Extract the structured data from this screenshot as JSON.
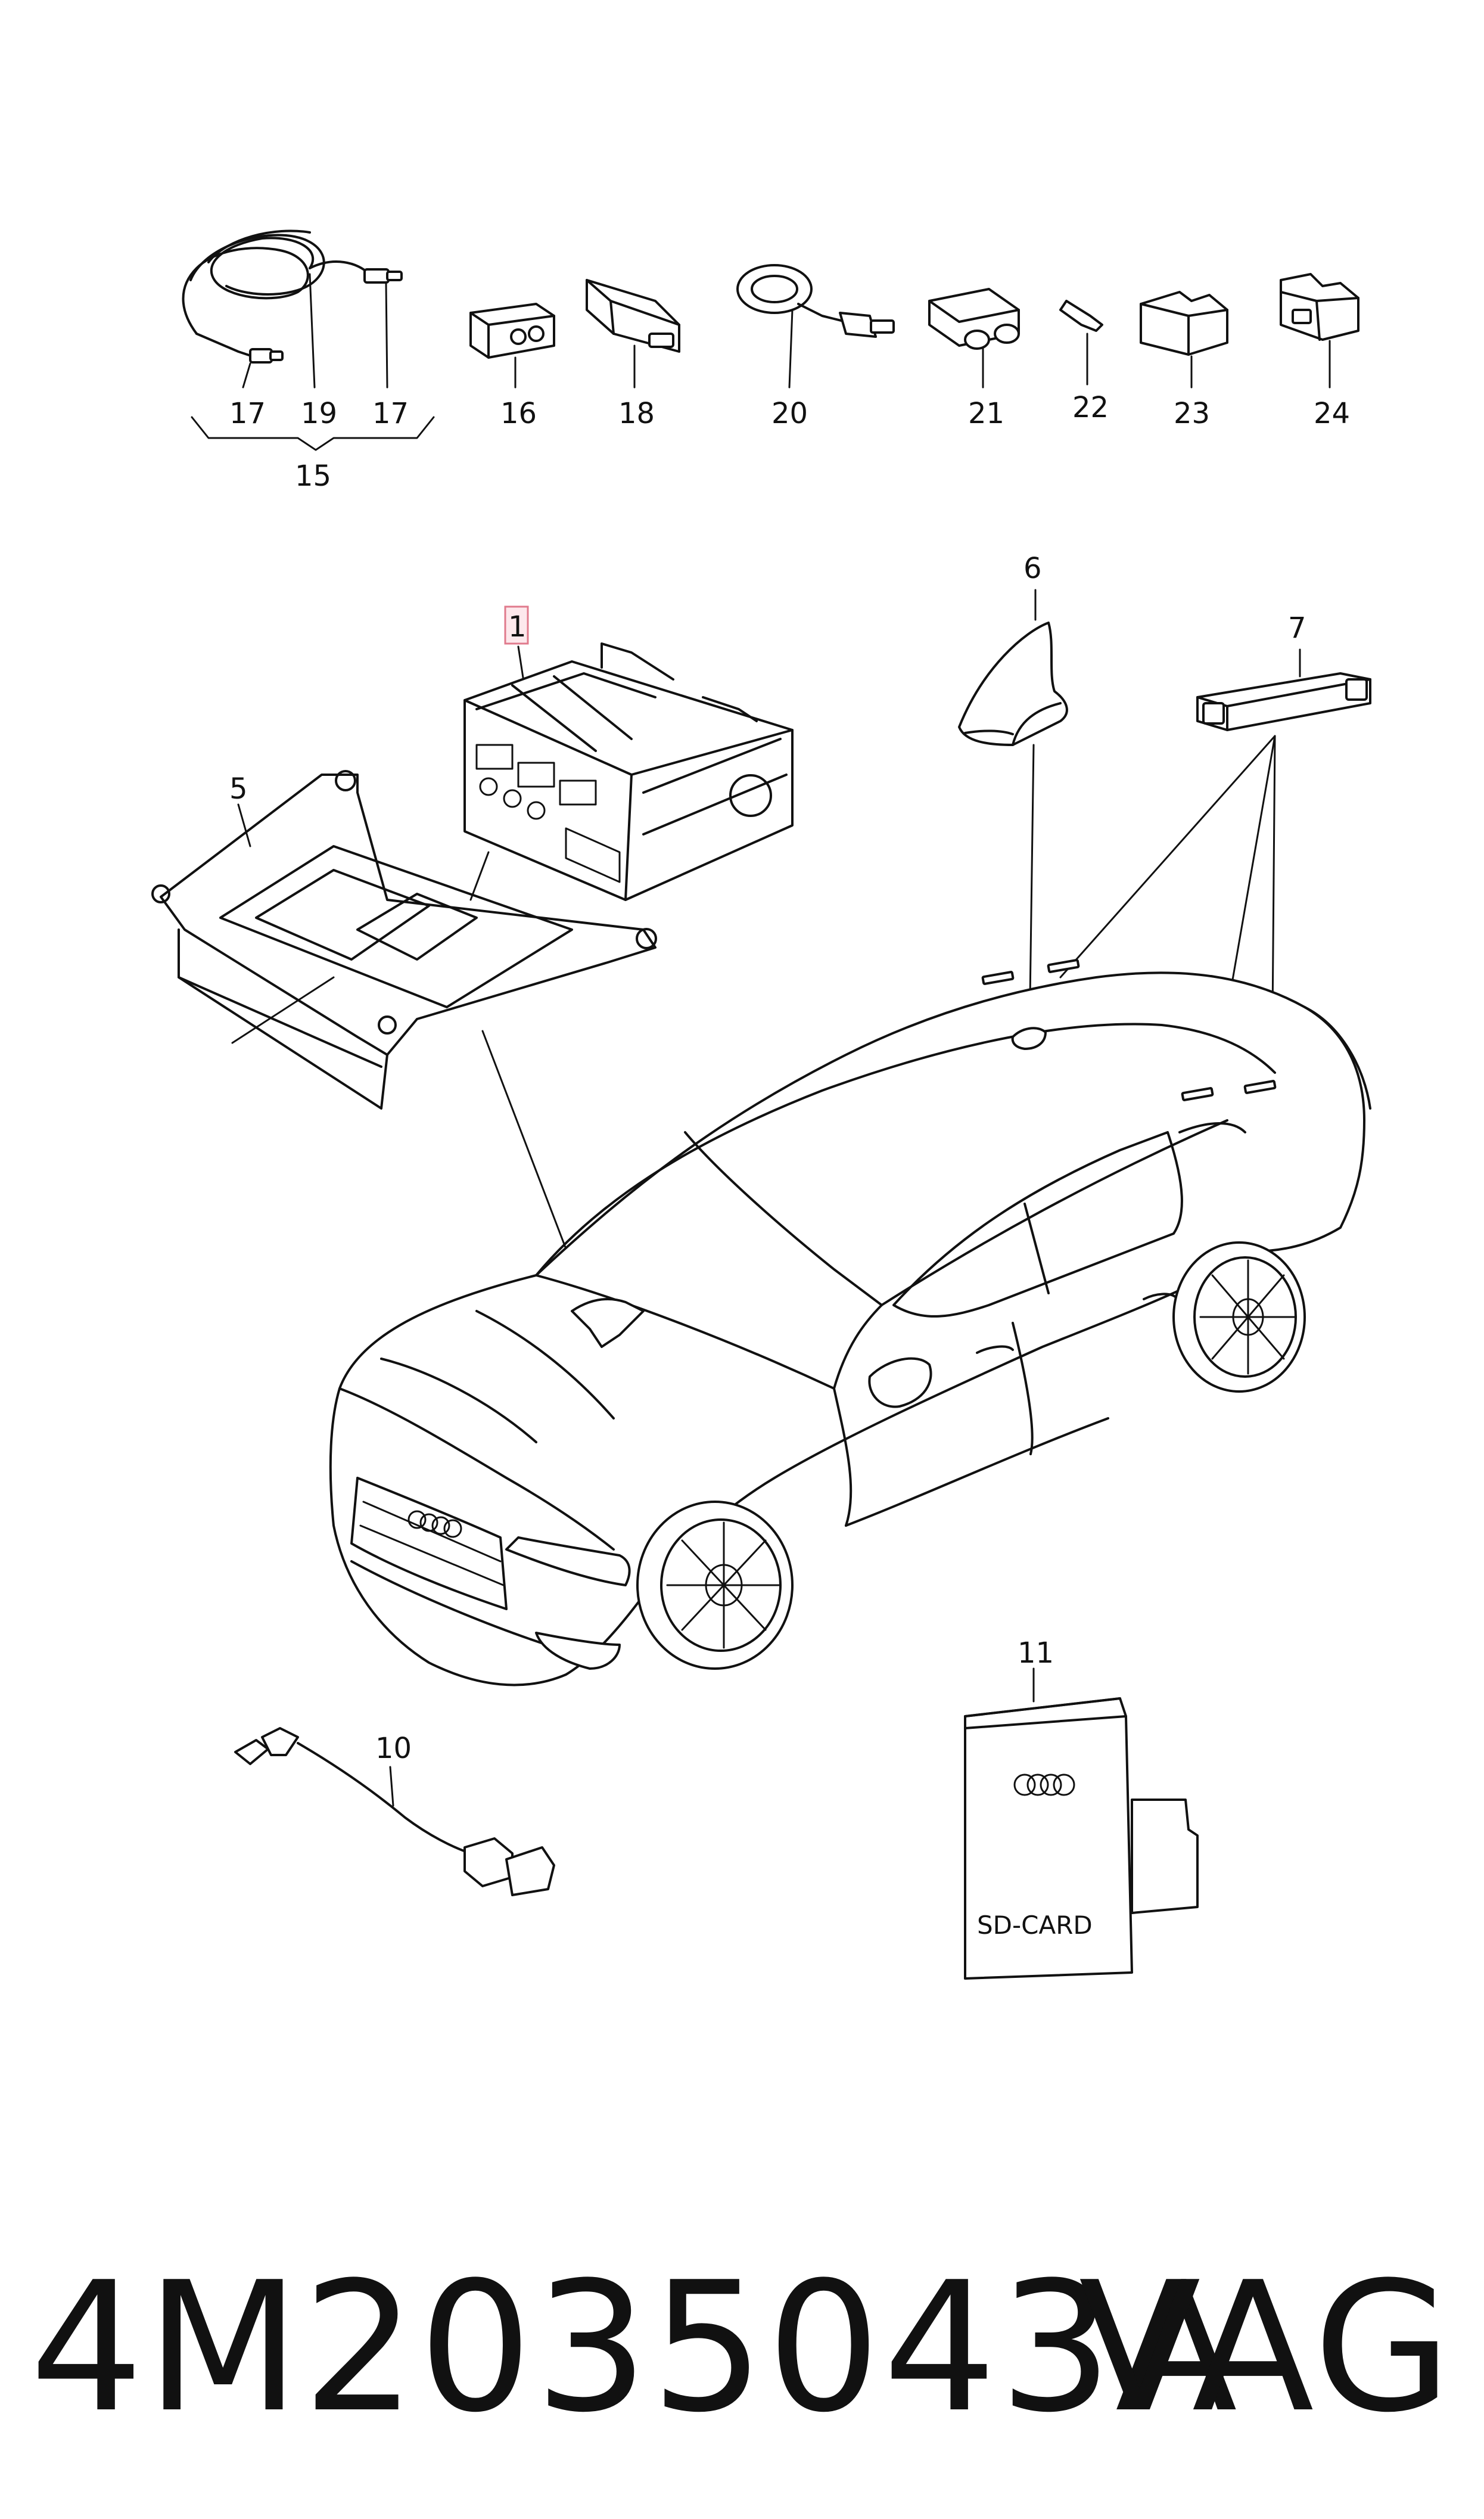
{
  "callouts": {
    "c1": "1",
    "c5": "5",
    "c6": "6",
    "c7": "7",
    "c10": "10",
    "c11": "11",
    "c15": "15",
    "c16": "16",
    "c17a": "17",
    "c17b": "17",
    "c18": "18",
    "c19": "19",
    "c20": "20",
    "c21": "21",
    "c22": "22",
    "c23": "23",
    "c24": "24"
  },
  "sd_card_label": "SD-CARD",
  "footer": {
    "part_number": "4M2035043A",
    "brand": "VAG"
  },
  "colors": {
    "line": "#111111",
    "highlight_fill": "#fde8ec",
    "highlight_stroke": "#e07a8c"
  }
}
